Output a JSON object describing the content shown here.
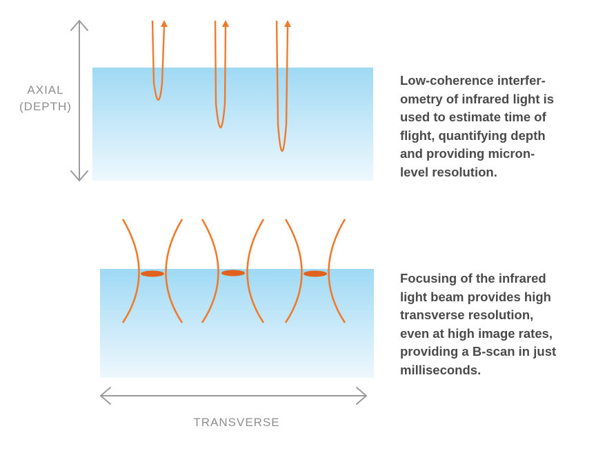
{
  "axial_label": {
    "line1": "AXIAL",
    "line2": "(DEPTH)"
  },
  "transverse_label": "TRANSVERSE",
  "depth_description": {
    "lines": [
      "Low-coherence interfer-",
      "ometry of infrared light is",
      "used to estimate time of",
      "flight, quantifying depth",
      "and providing micron-",
      "level resolution."
    ]
  },
  "focus_description": {
    "lines": [
      "Focusing of the infrared",
      "light beam provides high",
      "transverse resolution,",
      "even at high image rates,",
      "providing a B-scan in just",
      "milliseconds."
    ]
  },
  "colors": {
    "beam": "#f07a2c",
    "focus_spot": "#e0621d",
    "tissue_top": "#9fd9f4",
    "tissue_bottom": "#eef8fd",
    "axis_arrow": "#9a9a9a",
    "label_gray": "#8e8e8e",
    "text": "#4a4a4a"
  },
  "icons": {
    "axial_arrow": "double-headed-vertical-arrow-icon",
    "transverse_arrow": "double-headed-horizontal-arrow-icon"
  }
}
